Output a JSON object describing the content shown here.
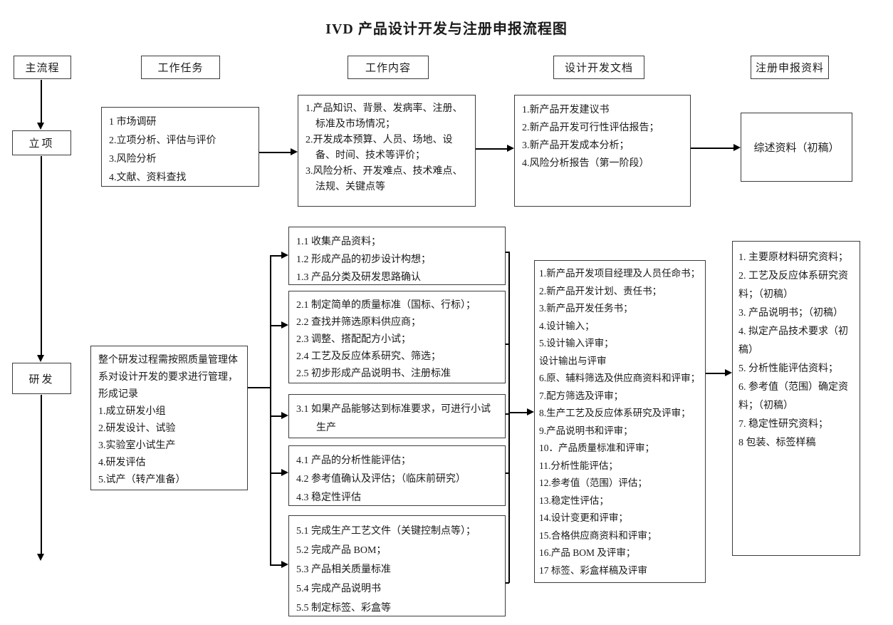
{
  "title": "IVD 产品设计开发与注册申报流程图",
  "headers": {
    "main_process": "主流程",
    "work_task": "工作任务",
    "work_content": "工作内容",
    "design_docs": "设计开发文档",
    "registration": "注册申报资料"
  },
  "main_flow": {
    "stage1": "立项",
    "stage2": "研发"
  },
  "row1": {
    "tasks": [
      "1 市场调研",
      "2.立项分析、评估与评价",
      "3.风险分析",
      "4.文献、资料查找"
    ],
    "content": [
      "1.产品知识、背景、发病率、注册、标准及市场情况；",
      "2.开发成本预算、人员、场地、设备、时间、技术等评价；",
      "3.风险分析、开发难点、技术难点、法规、关键点等"
    ],
    "docs": [
      "1.新产品开发建议书",
      "2.新产品开发可行性评估报告；",
      "3.新产品开发成本分析；",
      "4.风险分析报告（第一阶段）"
    ],
    "registration": "综述资料（初稿）"
  },
  "row2": {
    "tasks": [
      "整个研发过程需按照质量管理体系对设计开发的要求进行管理，形成记录",
      "1.成立研发小组",
      "2.研发设计、试验",
      "3.实验室小试生产",
      "4.研发评估",
      "5.试产（转产准备）"
    ],
    "content_boxes": [
      [
        "1.1 收集产品资料；",
        "1.2 形成产品的初步设计构想；",
        "1.3 产品分类及研发思路确认"
      ],
      [
        "2.1 制定简单的质量标准（国标、行标）；",
        "2.2 查找并筛选原料供应商；",
        "2.3 调整、搭配配方小试；",
        "2.4 工艺及反应体系研究、筛选；",
        "2.5 初步形成产品说明书、注册标准"
      ],
      [
        "3.1 如果产品能够达到标准要求，可进行小试生产"
      ],
      [
        "4.1 产品的分析性能评估；",
        "4.2 参考值确认及评估；（临床前研究）",
        "4.3 稳定性评估"
      ],
      [
        "5.1 完成生产工艺文件（关键控制点等）；",
        "5.2 完成产品 BOM；",
        "5.3 产品相关质量标准",
        "5.4 完成产品说明书",
        "5.5 制定标签、彩盒等"
      ]
    ],
    "docs": [
      "1.新产品开发项目经理及人员任命书；",
      "2.新产品开发计划、责任书；",
      "3.新产品开发任务书；",
      "4.设计输入；",
      "5.设计输入评审；",
      "设计输出与评审",
      "6.原、辅料筛选及供应商资料和评审；",
      "7.配方筛选及评审；",
      "8.生产工艺及反应体系研究及评审；",
      "9.产品说明书和评审；",
      "10．产品质量标准和评审；",
      "11.分析性能评估；",
      "12.参考值（范围）评估；",
      "13.稳定性评估；",
      "14.设计变更和评审；",
      "15.合格供应商资料和评审；",
      "16.产品 BOM 及评审；",
      "17 标签、彩盒样稿及评审"
    ],
    "registration": [
      "1. 主要原材料研究资料；",
      "2. 工艺及反应体系研究资料；（初稿）",
      "3. 产品说明书；（初稿）",
      "4. 拟定产品技术要求（初稿）",
      "5. 分析性能评估资料；",
      "6. 参考值（范围）确定资料；（初稿）",
      "7. 稳定性研究资料；",
      "8 包装、标签样稿"
    ]
  }
}
